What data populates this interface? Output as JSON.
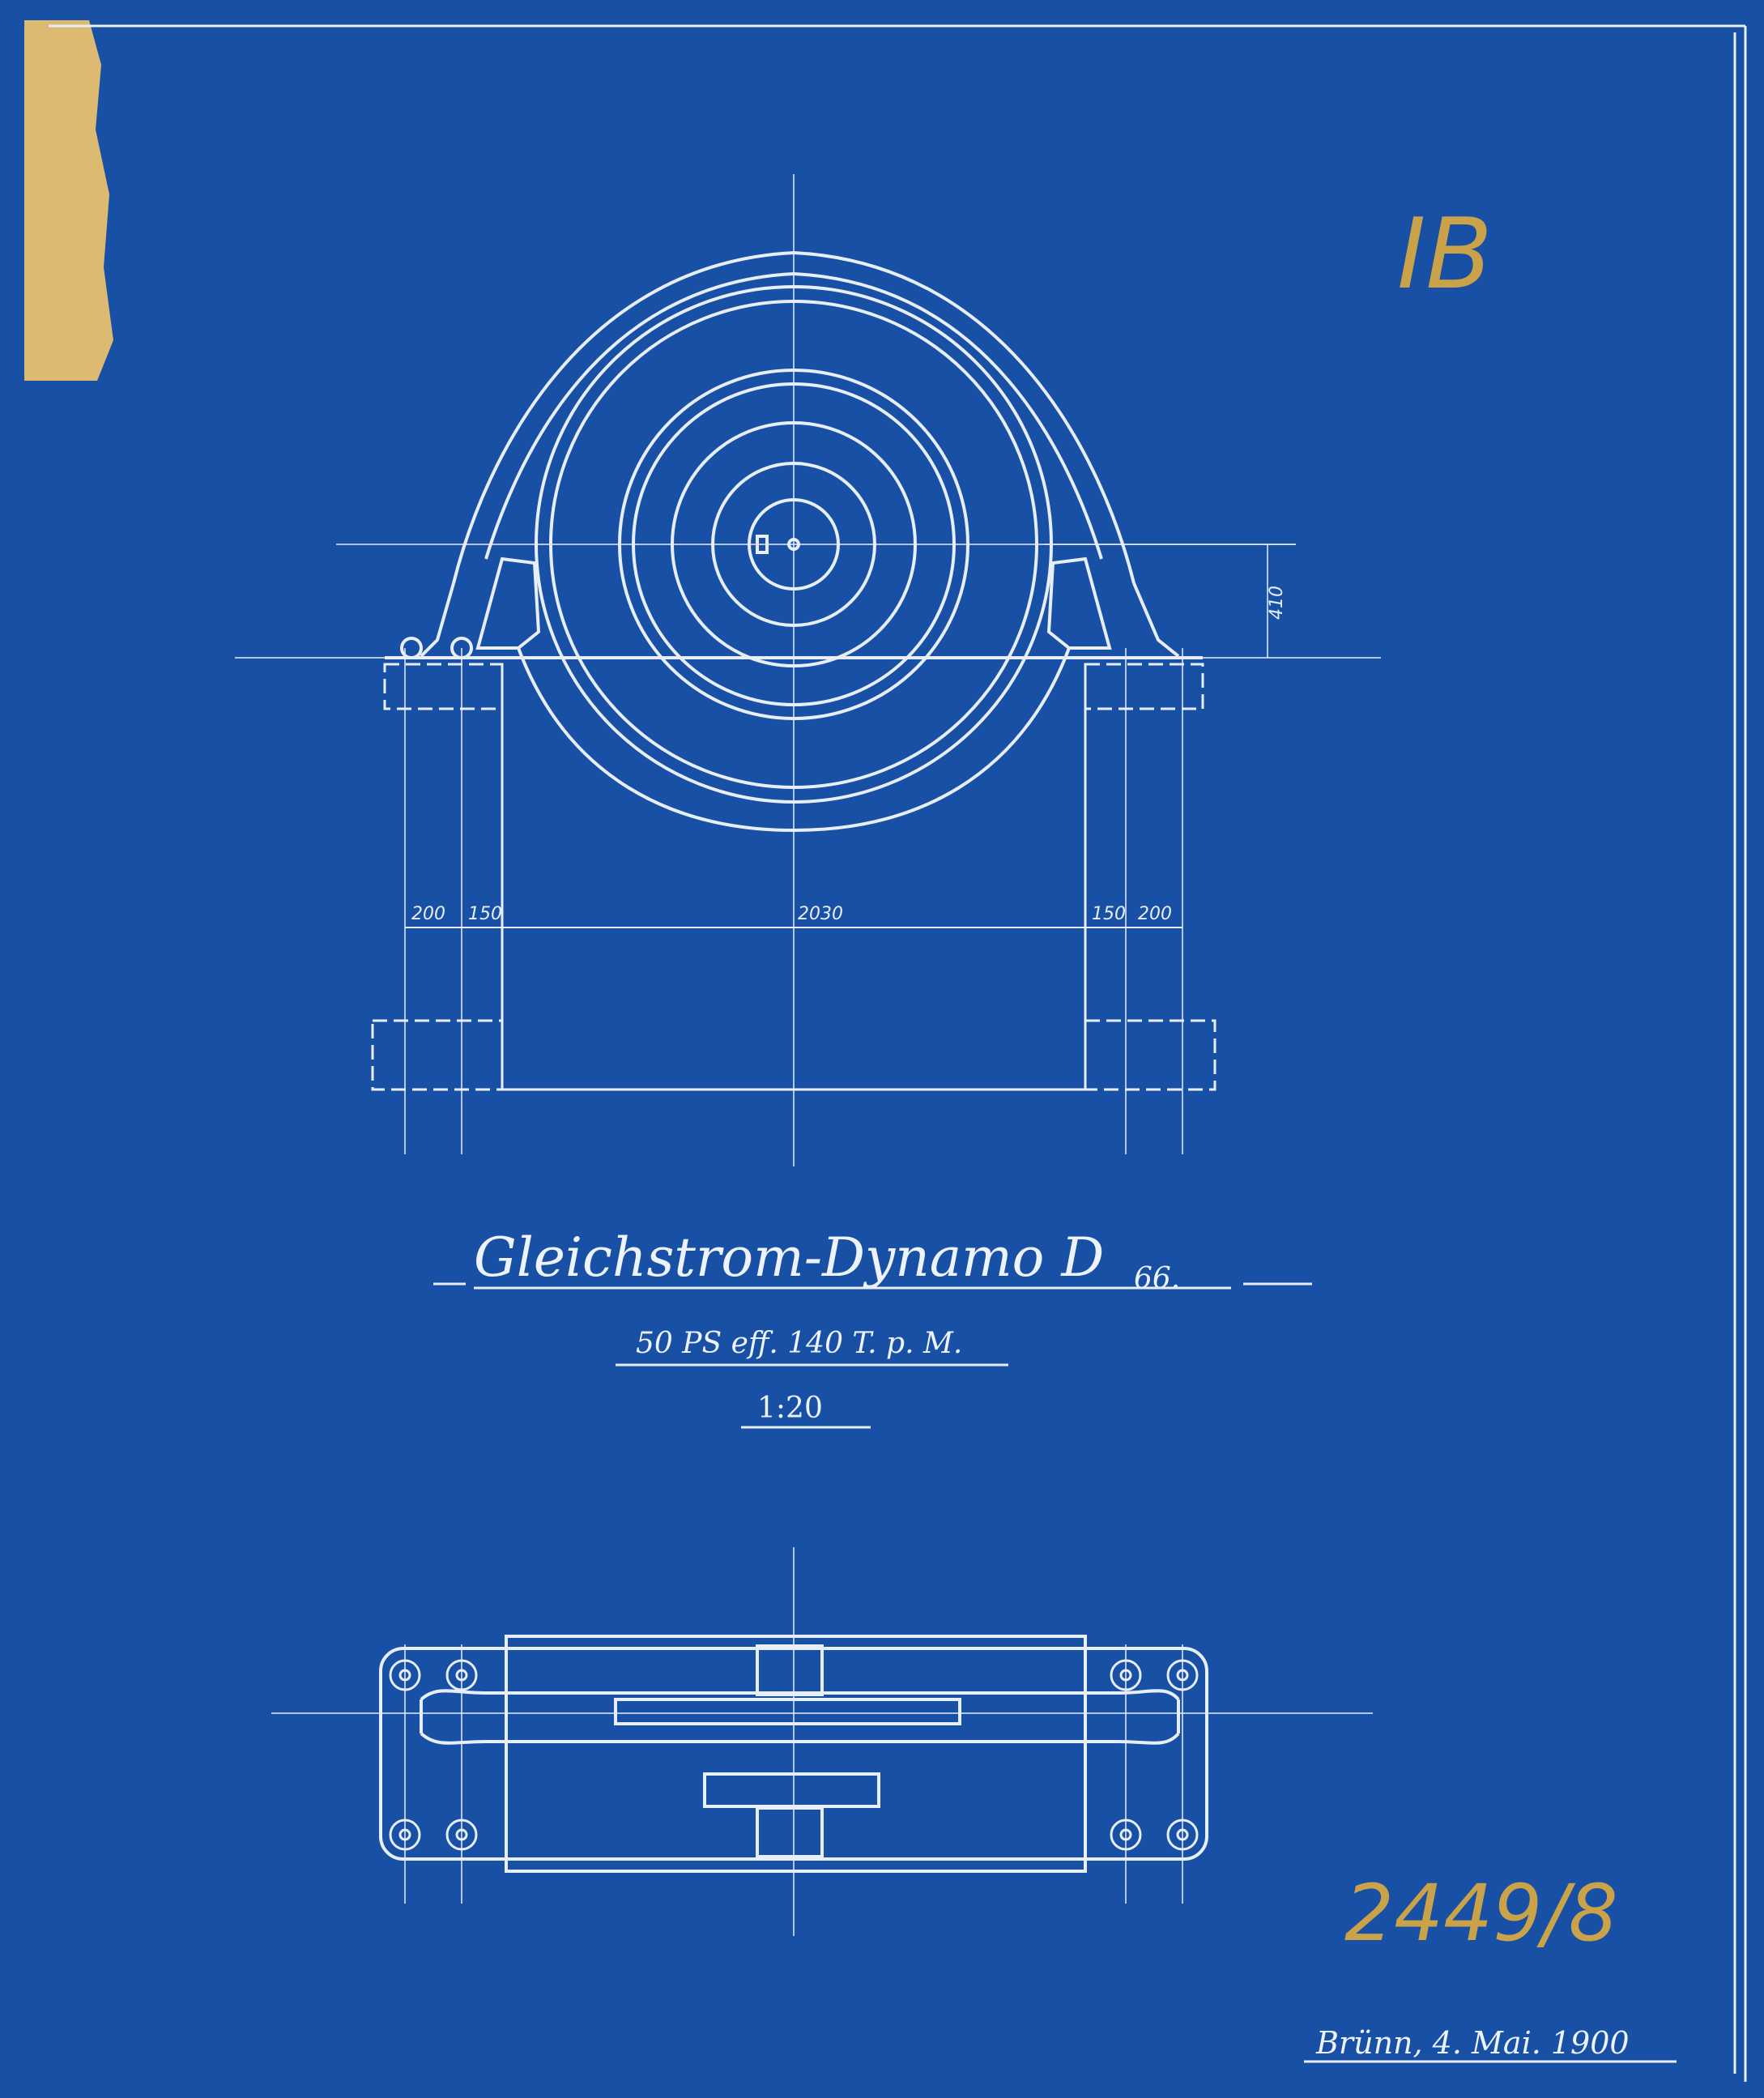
{
  "annotations": {
    "corner_mark": "IB",
    "inventory_number": "2449/8"
  },
  "title_block": {
    "title": "Gleichstrom-Dynamo D",
    "title_subscript": "66.",
    "specs": "50 PS eff. 140 T. p. M.",
    "scale": "1:20",
    "place_date": "Brünn, 4. Mai. 1900"
  },
  "dimensions": {
    "height_above_base": "410",
    "left_outer": "200",
    "left_inner": "150",
    "center_span": "2030",
    "right_inner": "150",
    "right_outer": "200"
  },
  "colors": {
    "paper": "#1a56ad",
    "lines": "#e8eef8",
    "pencil": "#c9a24a",
    "tape": "#f2c56b"
  }
}
